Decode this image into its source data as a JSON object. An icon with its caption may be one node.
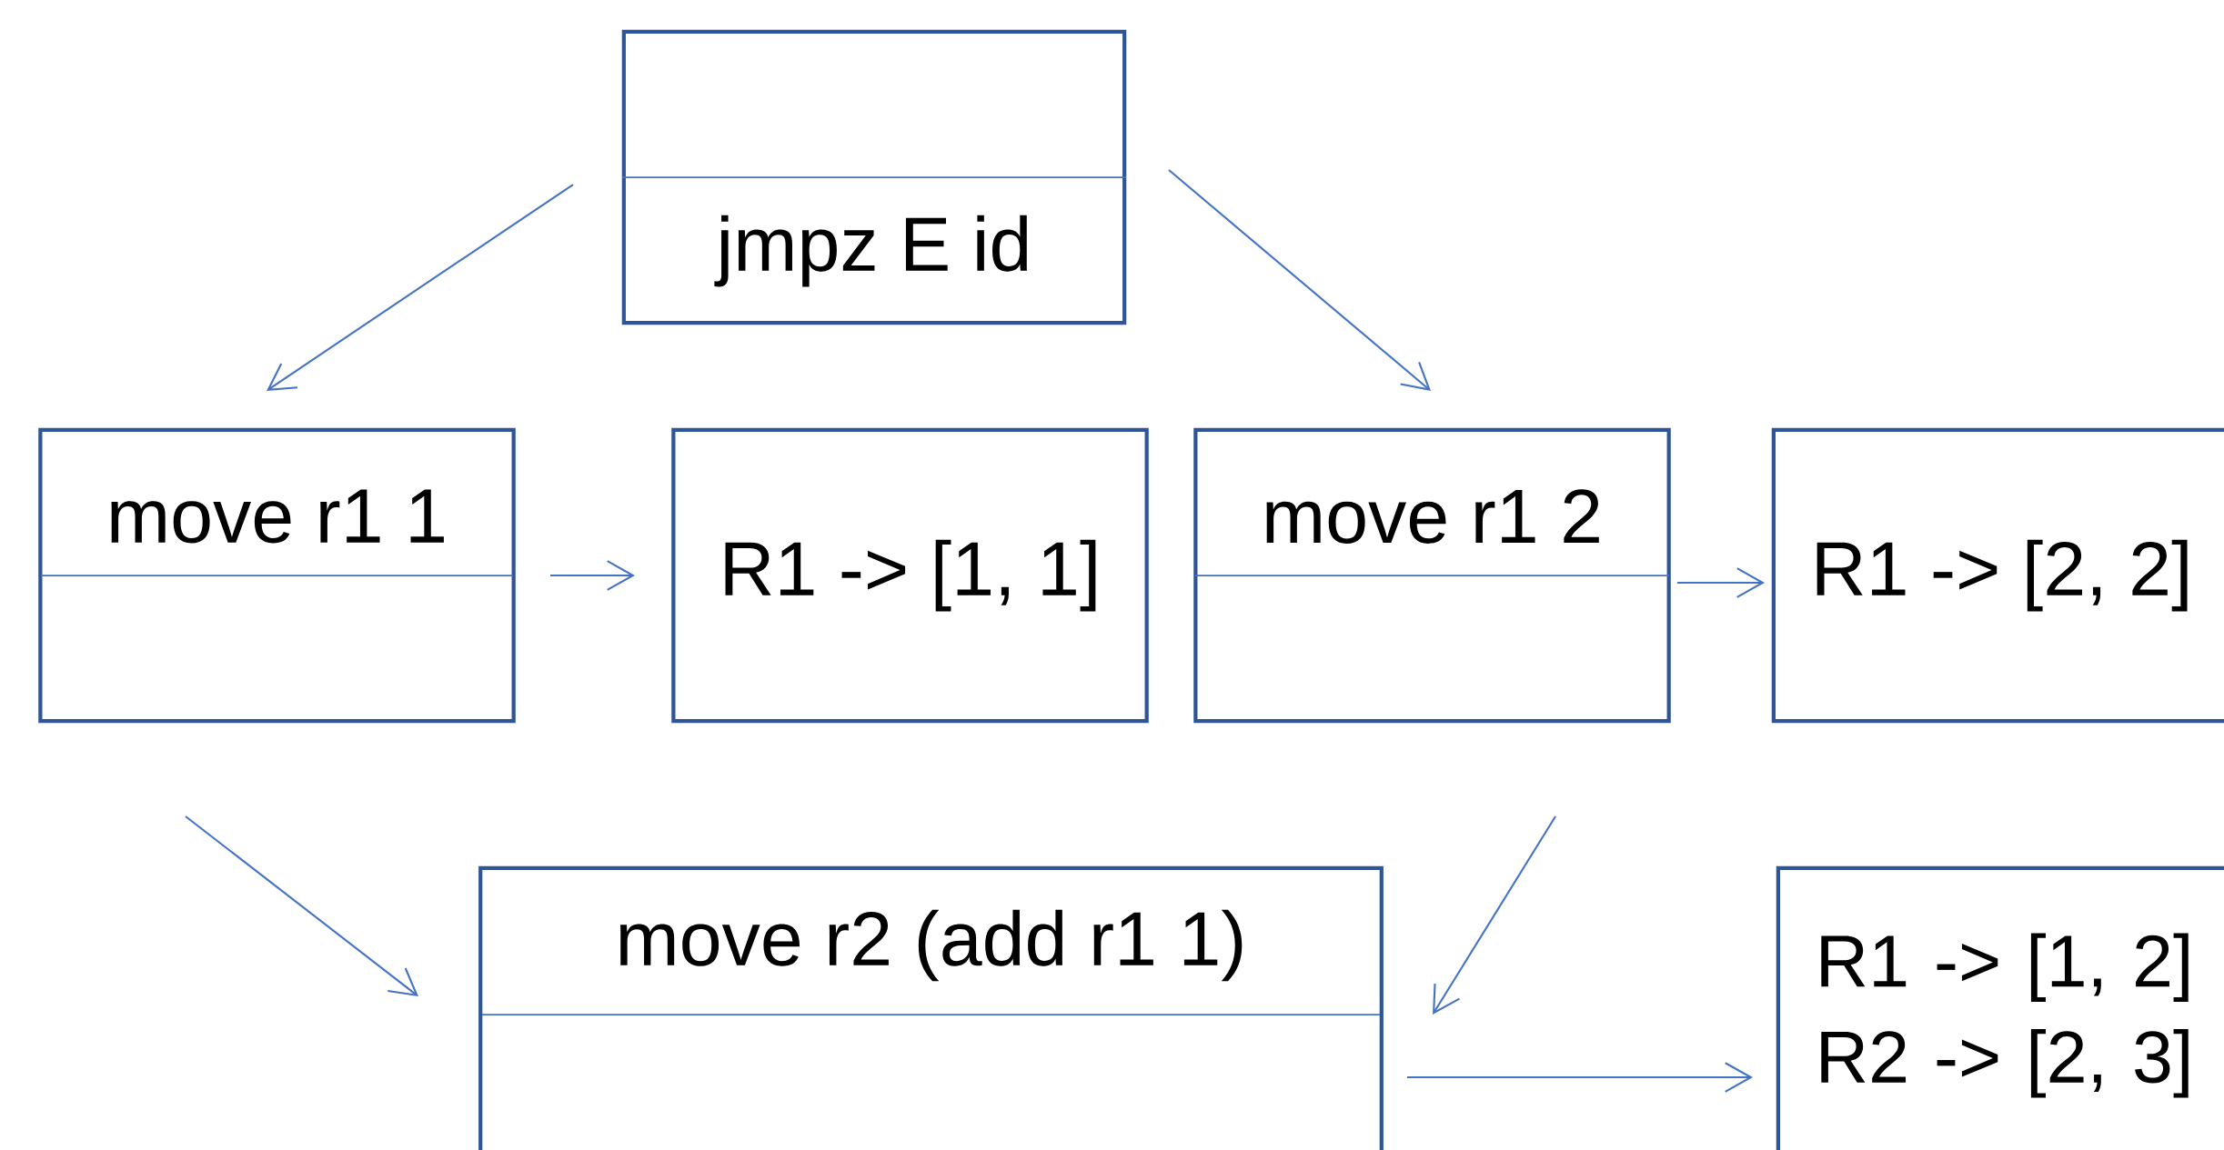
{
  "diagram": {
    "nodes": [
      {
        "text": [
          "jmpz E id"
        ]
      },
      {
        "text": [
          "move r1 1"
        ]
      },
      {
        "text": [
          "R1 -> [1, 1]"
        ]
      },
      {
        "text": [
          "move r1 2"
        ]
      },
      {
        "text": [
          "R1 -> [2, 2]"
        ]
      },
      {
        "text": [
          "move r2 (add r1 1)"
        ]
      },
      {
        "text": [
          "R1 -> [1, 2] R2 -> [2, 3]"
        ]
      }
    ],
    "edges": [
      {
        "from": 0,
        "to": 1,
        "arrow": "to"
      },
      {
        "from": 0,
        "to": 3,
        "arrow": "to"
      },
      {
        "from": 1,
        "to": 2,
        "arrow": "to"
      },
      {
        "from": 3,
        "to": 4,
        "arrow": "to"
      },
      {
        "from": 1,
        "to": 5,
        "arrow": "to"
      },
      {
        "from": 3,
        "to": 5,
        "arrow": "to"
      },
      {
        "from": 5,
        "to": 6,
        "arrow": "to"
      }
    ]
  }
}
